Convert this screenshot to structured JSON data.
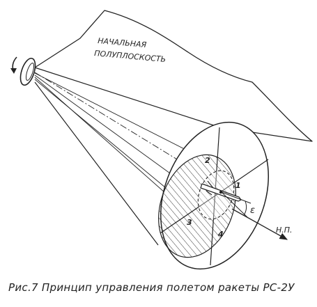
{
  "labels": {
    "half_plane_line1": "НАЧАЛЬНАЯ",
    "half_plane_line2": "ПОЛУПЛОСКОСТЬ",
    "direction": "Н.П.",
    "angle": "ε",
    "point_1": "1",
    "point_2": "2",
    "point_3": "3",
    "point_4": "4"
  },
  "caption": "Рис.7  Принцип управления полетом ракеты РС-2У",
  "colors": {
    "ink": "#222222",
    "paper": "#ffffff"
  }
}
